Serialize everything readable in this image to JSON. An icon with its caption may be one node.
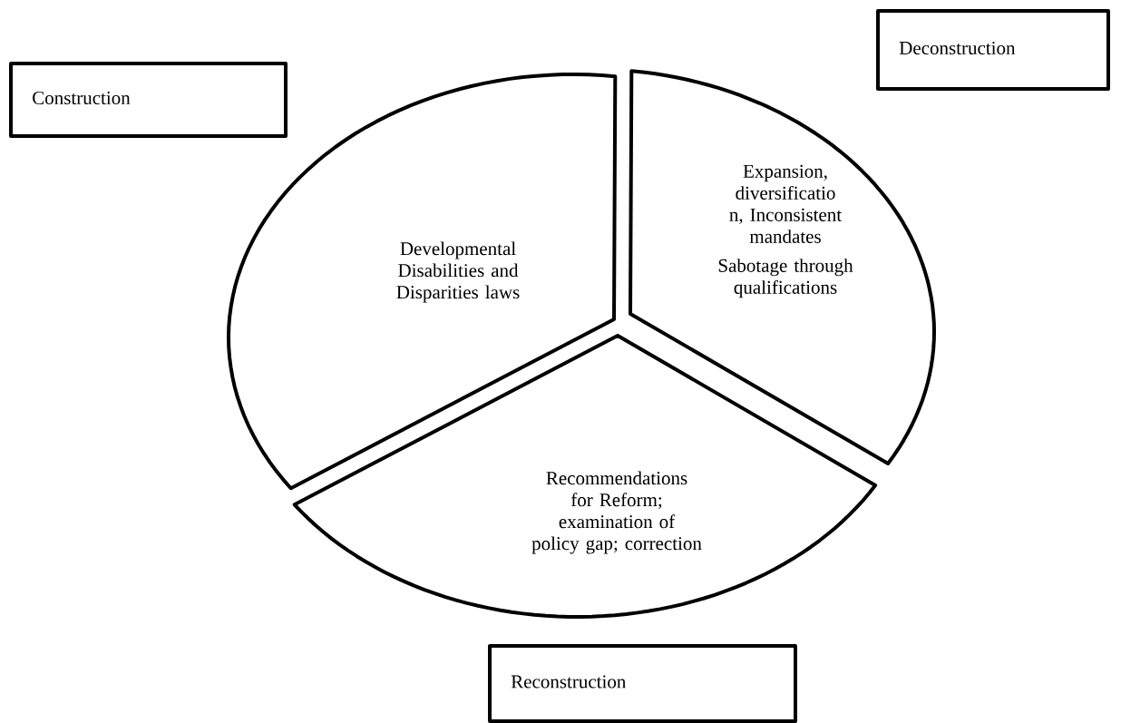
{
  "diagram": {
    "nodes": [
      {
        "text": [
          "Construction"
        ]
      },
      {
        "text": [
          "Deconstruction"
        ]
      },
      {
        "text": [
          "Developmental Disabilities and Disparities laws"
        ]
      },
      {
        "text": [
          "Expansion, diversificatio n, Inconsistent mandates",
          "Sabotage through qualifications"
        ]
      },
      {
        "text": [
          "Recommendations for Reform; examination of policy gap; correction"
        ]
      },
      {
        "text": [
          "Reconstruction"
        ]
      }
    ]
  }
}
